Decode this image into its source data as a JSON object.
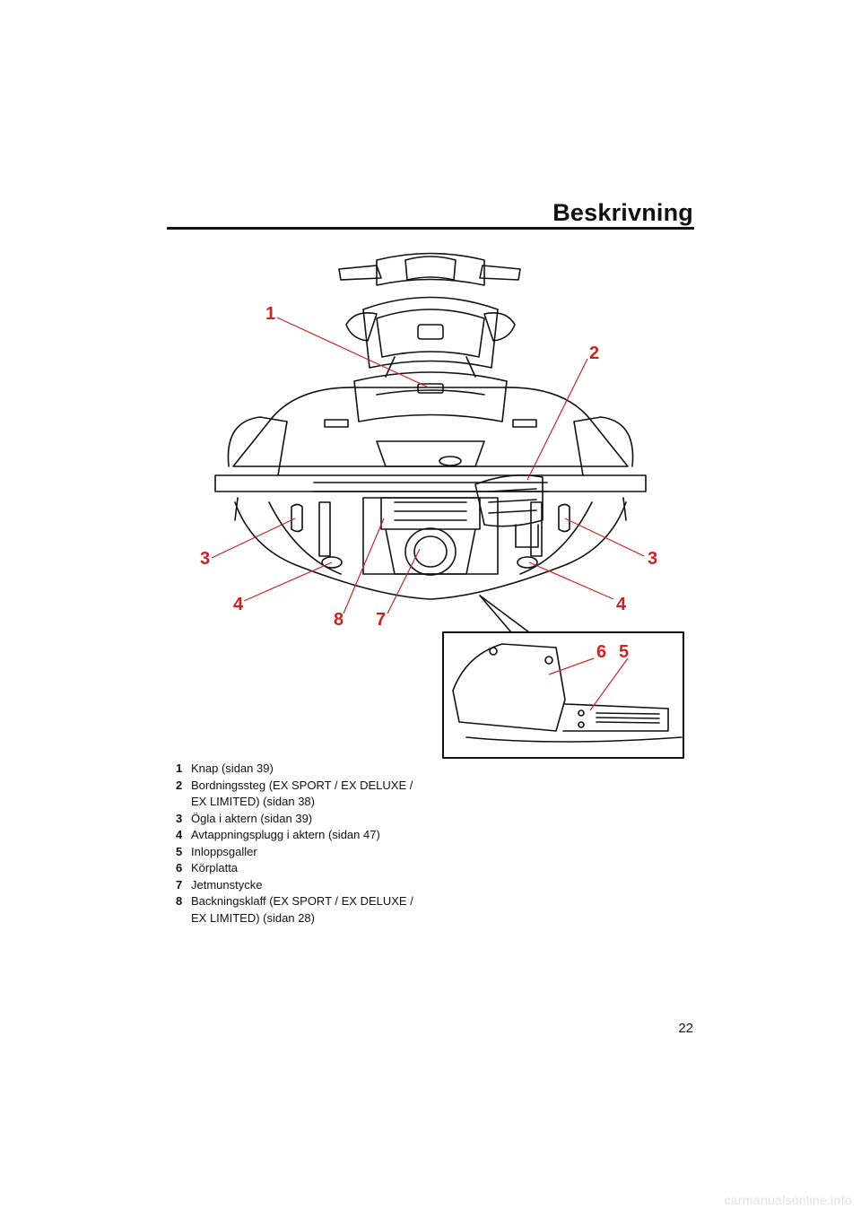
{
  "header": {
    "title": "Beskrivning"
  },
  "callouts": [
    "1",
    "2",
    "3",
    "3",
    "4",
    "4",
    "8",
    "7",
    "6",
    "5"
  ],
  "legend": [
    {
      "num": "1",
      "lines": [
        "Knap (sidan 39)"
      ]
    },
    {
      "num": "2",
      "lines": [
        "Bordningssteg (EX SPORT / EX DELUXE /",
        "EX LIMITED)  (sidan 38)"
      ]
    },
    {
      "num": "3",
      "lines": [
        "Ögla i aktern (sidan 39)"
      ]
    },
    {
      "num": "4",
      "lines": [
        "Avtappningsplugg i aktern (sidan 47)"
      ]
    },
    {
      "num": "5",
      "lines": [
        "Inloppsgaller"
      ]
    },
    {
      "num": "6",
      "lines": [
        "Körplatta"
      ]
    },
    {
      "num": "7",
      "lines": [
        "Jetmunstycke"
      ]
    },
    {
      "num": "8",
      "lines": [
        "Backningsklaff (EX SPORT / EX DELUXE /",
        "EX LIMITED) (sidan 28)"
      ]
    }
  ],
  "page_number": "22",
  "watermark": "carmanualsonline.info",
  "colors": {
    "callout": "#d42020",
    "ink": "#111111"
  }
}
